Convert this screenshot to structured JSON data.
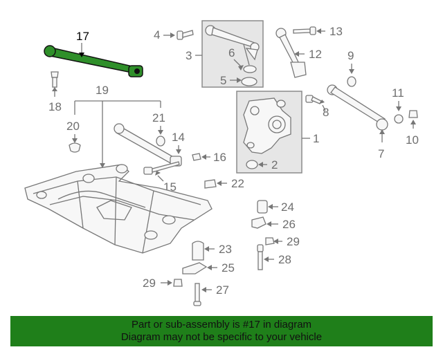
{
  "diagram": {
    "highlighted_part": "17",
    "callouts": {
      "c1": "1",
      "c2": "2",
      "c3": "3",
      "c4": "4",
      "c5": "5",
      "c6": "6",
      "c7": "7",
      "c8": "8",
      "c9": "9",
      "c10": "10",
      "c11": "11",
      "c12": "12",
      "c13": "13",
      "c14": "14",
      "c15": "15",
      "c16": "16",
      "c17": "17",
      "c18": "18",
      "c19": "19",
      "c20": "20",
      "c21": "21",
      "c22": "22",
      "c23": "23",
      "c24": "24",
      "c25": "25",
      "c26": "26",
      "c27": "27",
      "c28": "28",
      "c29a": "29",
      "c29b": "29"
    },
    "colors": {
      "highlight": "#2f8f2a",
      "banner": "#1f7f1a",
      "lines": "#777777"
    }
  },
  "banner": {
    "line1": "Part or sub-assembly is #17 in diagram",
    "line2": "Diagram may not be specific to your vehicle"
  }
}
